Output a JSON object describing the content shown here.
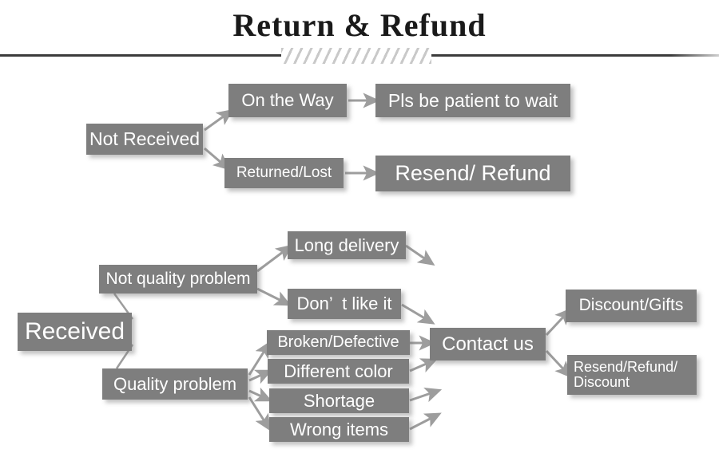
{
  "header": {
    "title": "Return & Refund",
    "divider_icon": "hatch-divider-icon"
  },
  "diagram": {
    "type": "flowchart",
    "box_fill": "#7e7e7e",
    "text_color": "#ffffff",
    "arrow_color": "#9d9d9d",
    "branches": {
      "not_received": {
        "root": "Not Received",
        "nodes": [
          {
            "label": "On the Way",
            "result": "Pls be patient to wait"
          },
          {
            "label": "Returned/Lost",
            "result": "Resend/ Refund"
          }
        ]
      },
      "received": {
        "root": "Received",
        "groups": [
          {
            "label": "Not quality problem",
            "reasons": [
              "Long delivery",
              "Don’  t like it"
            ]
          },
          {
            "label": "Quality problem",
            "reasons": [
              "Broken/Defective",
              "Different color",
              "Shortage",
              "Wrong items"
            ]
          }
        ],
        "action": "Contact us",
        "outcomes": [
          "Discount/Gifts",
          "Resend/Refund/\nDiscount"
        ]
      }
    }
  }
}
